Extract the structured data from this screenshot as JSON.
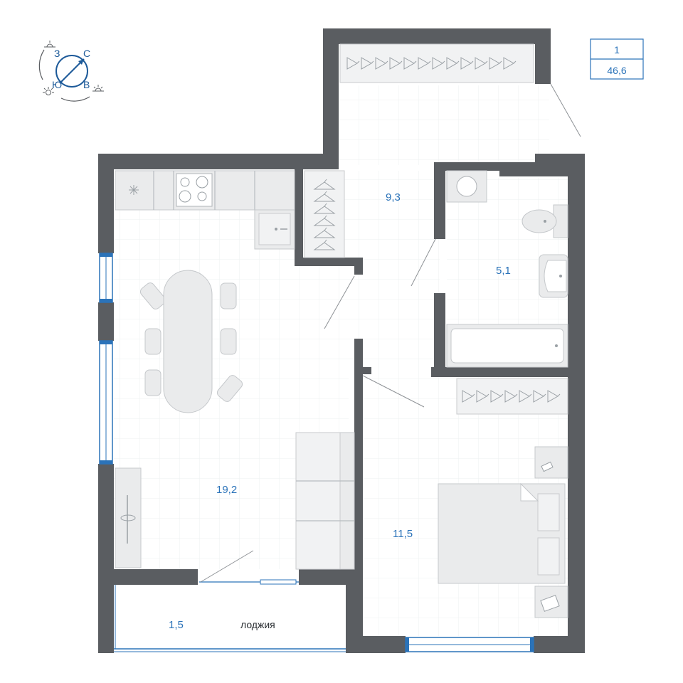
{
  "info": {
    "rooms": "1",
    "total_area": "46,6"
  },
  "compass": {
    "north": "С",
    "south": "Ю",
    "east": "В",
    "west": "З"
  },
  "rooms": {
    "hall": {
      "area": "9,3"
    },
    "bathroom": {
      "area": "5,1"
    },
    "kitchen_living": {
      "area": "19,2"
    },
    "bedroom": {
      "area": "11,5"
    },
    "loggia": {
      "area": "1,5",
      "name": "лоджия"
    }
  },
  "colors": {
    "wall": "#5a5d61",
    "accent": "#2b73b9",
    "furniture": "#eaebec"
  }
}
